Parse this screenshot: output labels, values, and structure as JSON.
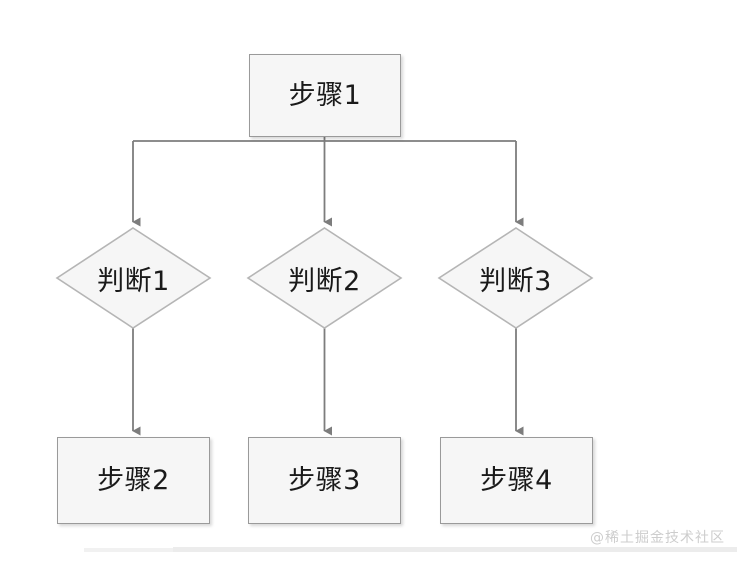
{
  "diagram": {
    "type": "flowchart",
    "title": "",
    "background_color": "#ffffff",
    "node_fill": "#f6f6f6",
    "node_border": "#9a9a9a",
    "connector_color": "#808080",
    "text_color": "#1a1a1a",
    "nodes": [
      {
        "id": "step1",
        "shape": "rectangle",
        "label": "步骤1"
      },
      {
        "id": "check1",
        "shape": "diamond",
        "label": "判断1"
      },
      {
        "id": "check2",
        "shape": "diamond",
        "label": "判断2"
      },
      {
        "id": "check3",
        "shape": "diamond",
        "label": "判断3"
      },
      {
        "id": "step2",
        "shape": "rectangle",
        "label": "步骤2"
      },
      {
        "id": "step3",
        "shape": "rectangle",
        "label": "步骤3"
      },
      {
        "id": "step4",
        "shape": "rectangle",
        "label": "步骤4"
      }
    ],
    "edges": [
      {
        "from": "step1",
        "to": "check1",
        "arrow": true,
        "label": ""
      },
      {
        "from": "step1",
        "to": "check2",
        "arrow": true,
        "label": ""
      },
      {
        "from": "step1",
        "to": "check3",
        "arrow": true,
        "label": ""
      },
      {
        "from": "check1",
        "to": "step2",
        "arrow": true,
        "label": ""
      },
      {
        "from": "check2",
        "to": "step3",
        "arrow": true,
        "label": ""
      },
      {
        "from": "check3",
        "to": "step4",
        "arrow": true,
        "label": ""
      }
    ]
  },
  "watermark": {
    "text": "@稀土掘金技术社区"
  }
}
